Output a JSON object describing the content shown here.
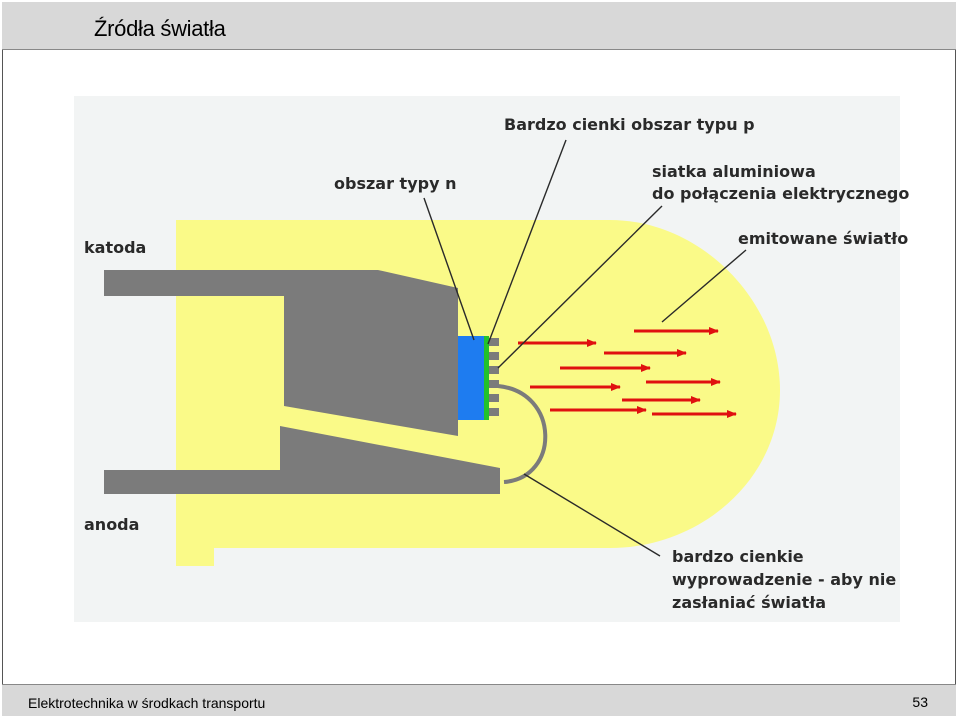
{
  "slide": {
    "title": "Źródła światła",
    "footer_left": "Elektrotechnika w środkach transportu",
    "page_number": "53"
  },
  "diagram": {
    "labels": {
      "top_p": "Bardzo cienki obszar typu p",
      "n_region": "obszar typy n",
      "grid_1": "siatka aluminiowa",
      "grid_2": "do połączenia elektrycznego",
      "emitted": "emitowane światło",
      "cathode": "katoda",
      "anode": "anoda",
      "lead_1": "bardzo cienkie",
      "lead_2": "wyprowadzenie - aby nie",
      "lead_3": "zasłaniać światła"
    },
    "colors": {
      "background": "#f2f4f4",
      "lens": "#fafa88",
      "metal": "#7b7b7b",
      "n_region": "#1e7cf0",
      "p_region": "#22c22a",
      "arrows": "#e01010"
    }
  }
}
